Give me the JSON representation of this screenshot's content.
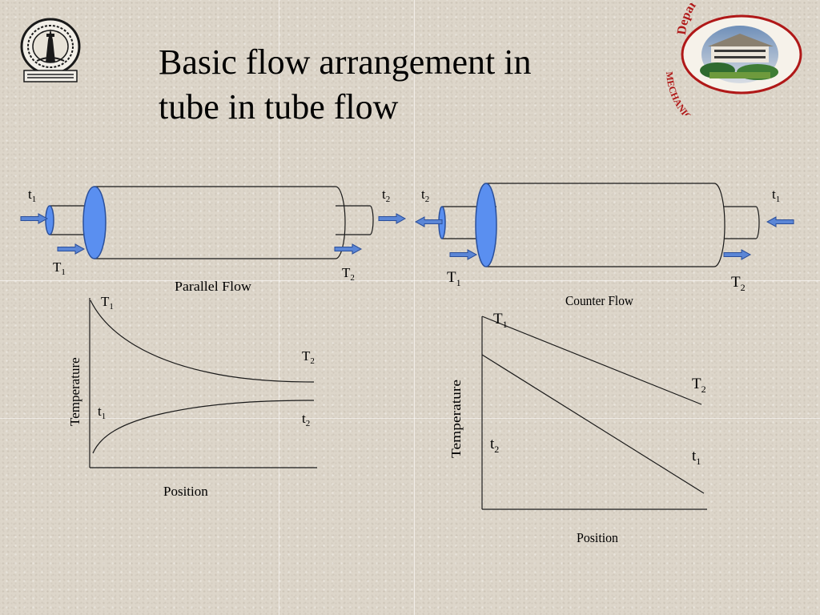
{
  "slide": {
    "title_line1": "Basic flow arrangement in",
    "title_line2": "tube in tube flow"
  },
  "logo": {
    "arc_top": "Department Of",
    "arc_bottom": "Mechanical Engineering"
  },
  "parallel": {
    "caption": "Parallel Flow",
    "inlet_inner": {
      "base": "t",
      "sub": "1"
    },
    "outlet_inner": {
      "base": "t",
      "sub": "2"
    },
    "inlet_outer": {
      "base": "T",
      "sub": "1"
    },
    "outlet_outer": {
      "base": "T",
      "sub": "2"
    }
  },
  "counter": {
    "caption": "Counter Flow",
    "outlet_inner": {
      "base": "t",
      "sub": "2"
    },
    "inlet_inner": {
      "base": "t",
      "sub": "1"
    },
    "inlet_outer": {
      "base": "T",
      "sub": "1"
    },
    "outlet_outer": {
      "base": "T",
      "sub": "2"
    }
  },
  "chart_data": [
    {
      "type": "line",
      "title": "Parallel Flow",
      "xlabel": "Position",
      "ylabel": "Temperature",
      "series": [
        {
          "name": "T1 to T2 (hot)",
          "start_label": "T1",
          "end_label": "T2",
          "shape": "decaying curve"
        },
        {
          "name": "t1 to t2 (cold)",
          "start_label": "t1",
          "end_label": "t2",
          "shape": "rising curve"
        }
      ],
      "labels": {
        "hot_start": {
          "base": "T",
          "sub": "1"
        },
        "hot_end": {
          "base": "T",
          "sub": "2"
        },
        "cold_start": {
          "base": "t",
          "sub": "1"
        },
        "cold_end": {
          "base": "t",
          "sub": "2"
        }
      }
    },
    {
      "type": "line",
      "title": "Counter Flow",
      "xlabel": "Position",
      "ylabel": "Temperature",
      "series": [
        {
          "name": "T1 to T2 (hot)",
          "start_label": "T1",
          "end_label": "T2",
          "shape": "straight line"
        },
        {
          "name": "t2 to t1 (cold)",
          "start_label": "t2",
          "end_label": "t1",
          "shape": "straight line"
        }
      ],
      "labels": {
        "hot_start": {
          "base": "T",
          "sub": "1"
        },
        "hot_end": {
          "base": "T",
          "sub": "2"
        },
        "cold_start": {
          "base": "t",
          "sub": "2"
        },
        "cold_end": {
          "base": "t",
          "sub": "1"
        }
      }
    }
  ]
}
